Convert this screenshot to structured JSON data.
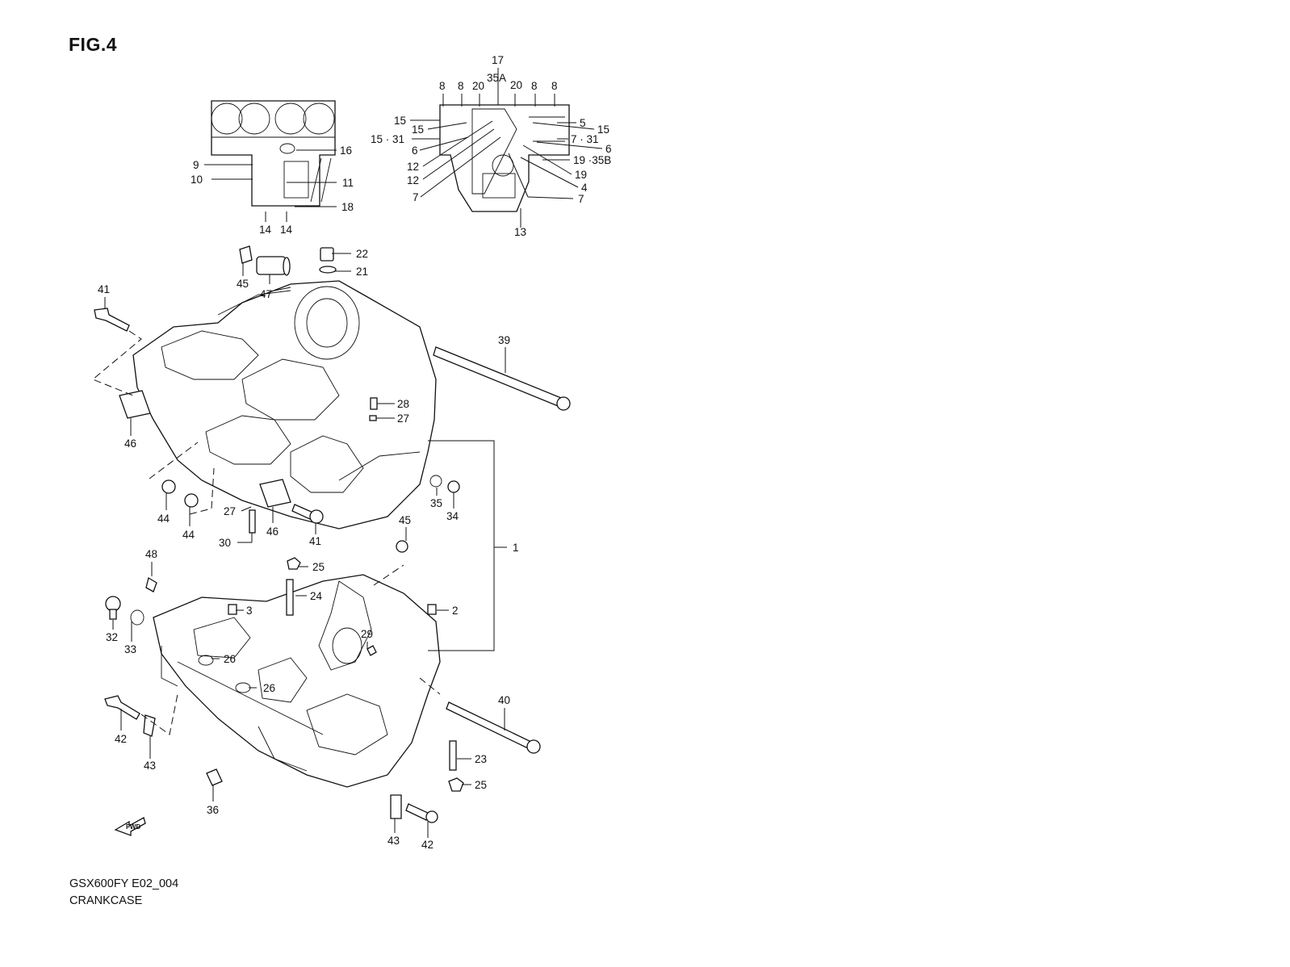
{
  "figure": {
    "title": "FIG.4",
    "model_code": "GSX600FY E02_004",
    "name": "CRANKCASE"
  },
  "callouts": {
    "inset_left": [
      "9",
      "10",
      "11",
      "14",
      "14",
      "16",
      "18"
    ],
    "inset_right": [
      "17",
      "35A",
      "8",
      "8",
      "20",
      "20",
      "8",
      "8",
      "15",
      "15",
      "15 · 31",
      "6",
      "12",
      "12",
      "7",
      "5",
      "15",
      "7 · 31",
      "6",
      "19 ·35B",
      "19",
      "4",
      "7",
      "13"
    ],
    "upper_case": [
      "22",
      "21",
      "45",
      "47",
      "41",
      "39",
      "28",
      "27",
      "46",
      "35",
      "34",
      "44",
      "44",
      "27",
      "30",
      "46",
      "41",
      "1"
    ],
    "lower_case": [
      "45",
      "48",
      "25",
      "24",
      "3",
      "2",
      "32",
      "33",
      "29",
      "26",
      "26",
      "40",
      "42",
      "43",
      "23",
      "25",
      "36",
      "43",
      "42"
    ]
  },
  "badge": "FWD"
}
